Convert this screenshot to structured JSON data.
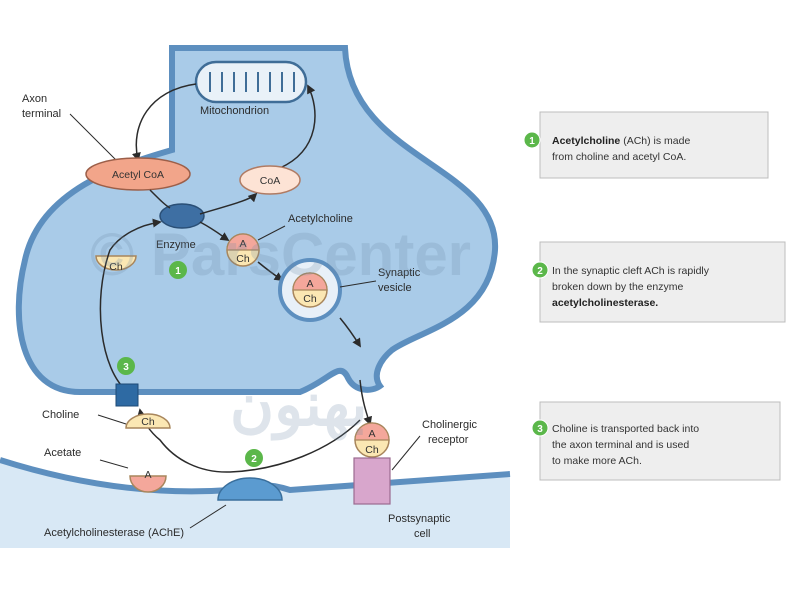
{
  "labels": {
    "axon_terminal_line1": "Axon",
    "axon_terminal_line2": "terminal",
    "mitochondrion": "Mitochondrion",
    "acetyl_coa": "Acetyl CoA",
    "coa": "CoA",
    "enzyme": "Enzyme",
    "acetylcholine": "Acetylcholine",
    "synaptic_vesicle_line1": "Synaptic",
    "synaptic_vesicle_line2": "vesicle",
    "choline": "Choline",
    "acetate": "Acetate",
    "ache": "Acetylcholinesterase (AChE)",
    "cholinergic_receptor_line1": "Cholinergic",
    "cholinergic_receptor_line2": "receptor",
    "postsynaptic_cell_line1": "Postsynaptic",
    "postsynaptic_cell_line2": "cell"
  },
  "molecules": {
    "a": "A",
    "ch": "Ch"
  },
  "steps": {
    "one": "1",
    "two": "2",
    "three": "3"
  },
  "notes": [
    {
      "number": "1",
      "bold": "Acetylcholine",
      "line1_rest": " (ACh) is made",
      "line2": "from choline and acetyl CoA."
    },
    {
      "number": "2",
      "line1": "In the synaptic cleft ACh is rapidly",
      "line2": "broken down by the enzyme",
      "line3_bold": "acetylcholinesterase."
    },
    {
      "number": "3",
      "line1": "Choline is transported back into",
      "line2": "the axon terminal and is used",
      "line3": "to make more ACh."
    }
  ],
  "watermark": {
    "text1": "© ParsCenter",
    "text2": "بهنون"
  },
  "colors": {
    "cytoplasm": "#a9cbe8",
    "membrane": "#5d8fbf",
    "step_green": "#5bb74a",
    "acetyl_coa_fill": "#f2a58a",
    "coa_fill": "#fde3d5",
    "choline_fill": "#fbe7b3",
    "acetate_fill": "#f4a79b",
    "transporter": "#2e6aa3",
    "receptor": "#d8a6cc",
    "ache": "#5b9bd0",
    "note_bg": "#eeeeee"
  }
}
